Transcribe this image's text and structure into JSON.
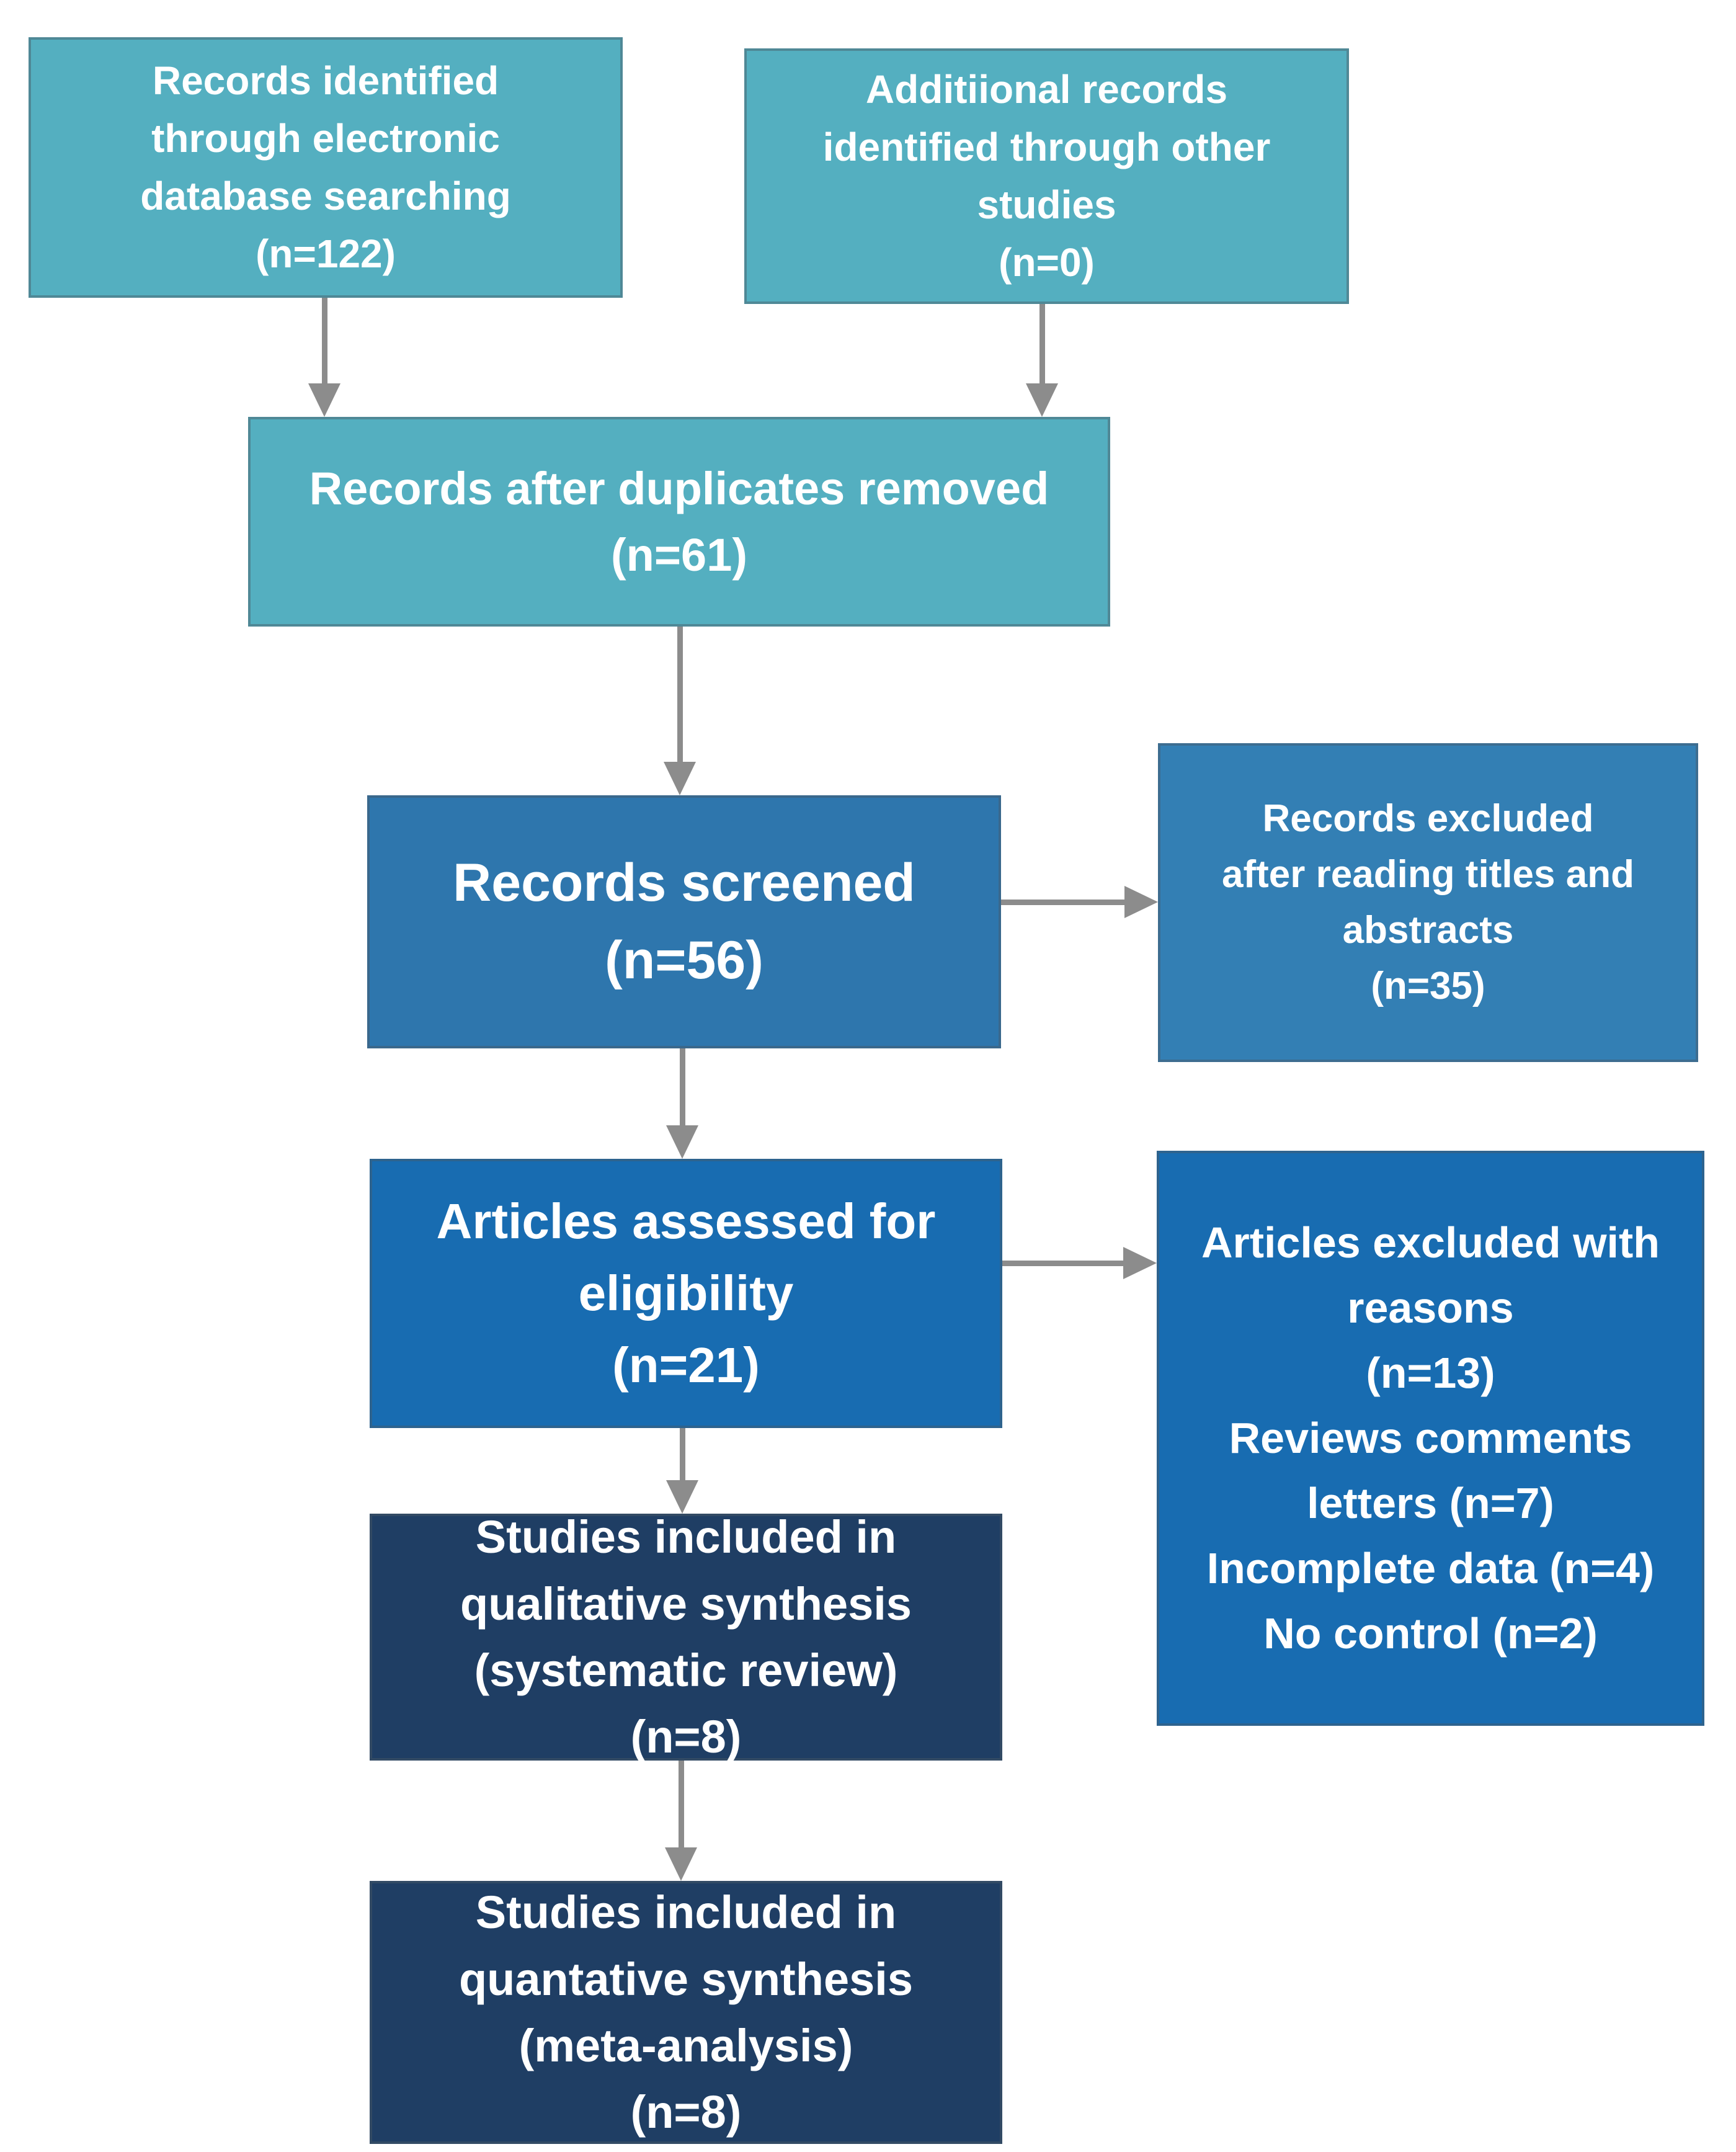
{
  "palette": {
    "teal": "#54AFC0",
    "medium_blue": "#2E76AD",
    "medium_blue_light": "#337FB4",
    "vivid_blue": "#186CB1",
    "navy": "#1F3E64",
    "arrow_gray": "#8C8C8C",
    "text_white": "#FFFFFF",
    "background": "#FFFFFF"
  },
  "boxes": {
    "identified": {
      "text": "Records identified\nthrough electronic\ndatabase searching\n(n=122)",
      "n": 122,
      "fill": "#54AFC0"
    },
    "additional": {
      "text": "Additiional records\nidentified through other\nstudies\n(n=0)",
      "n": 0,
      "fill": "#54AFC0"
    },
    "duplicates_removed": {
      "text": "Records after duplicates removed\n(n=61)",
      "n": 61,
      "fill": "#54AFC0"
    },
    "screened": {
      "text": "Records screened\n(n=56)",
      "n": 56,
      "fill": "#2E76AD"
    },
    "excluded_screening": {
      "text": "Records excluded\nafter reading titles and\nabstracts\n(n=35)",
      "n": 35,
      "fill": "#337FB4"
    },
    "assessed": {
      "text": "Articles assessed for\neligibility\n(n=21)",
      "n": 21,
      "fill": "#186CB1"
    },
    "excluded_reasons": {
      "text": "Articles excluded with\nreasons\n(n=13)\nReviews comments\nletters (n=7)\nIncomplete data (n=4)\nNo control (n=2)",
      "n": 13,
      "breakdown": {
        "reviews_comments_letters": 7,
        "incomplete_data": 4,
        "no_control": 2
      },
      "fill": "#186CB1"
    },
    "qualitative": {
      "text": "Studies included in\nqualitative synthesis\n(systematic review)\n(n=8)",
      "n": 8,
      "fill": "#1F3E64"
    },
    "quantitative": {
      "text": "Studies included in\nquantative synthesis\n(meta-analysis)\n(n=8)",
      "n": 8,
      "fill": "#1F3E64"
    }
  }
}
